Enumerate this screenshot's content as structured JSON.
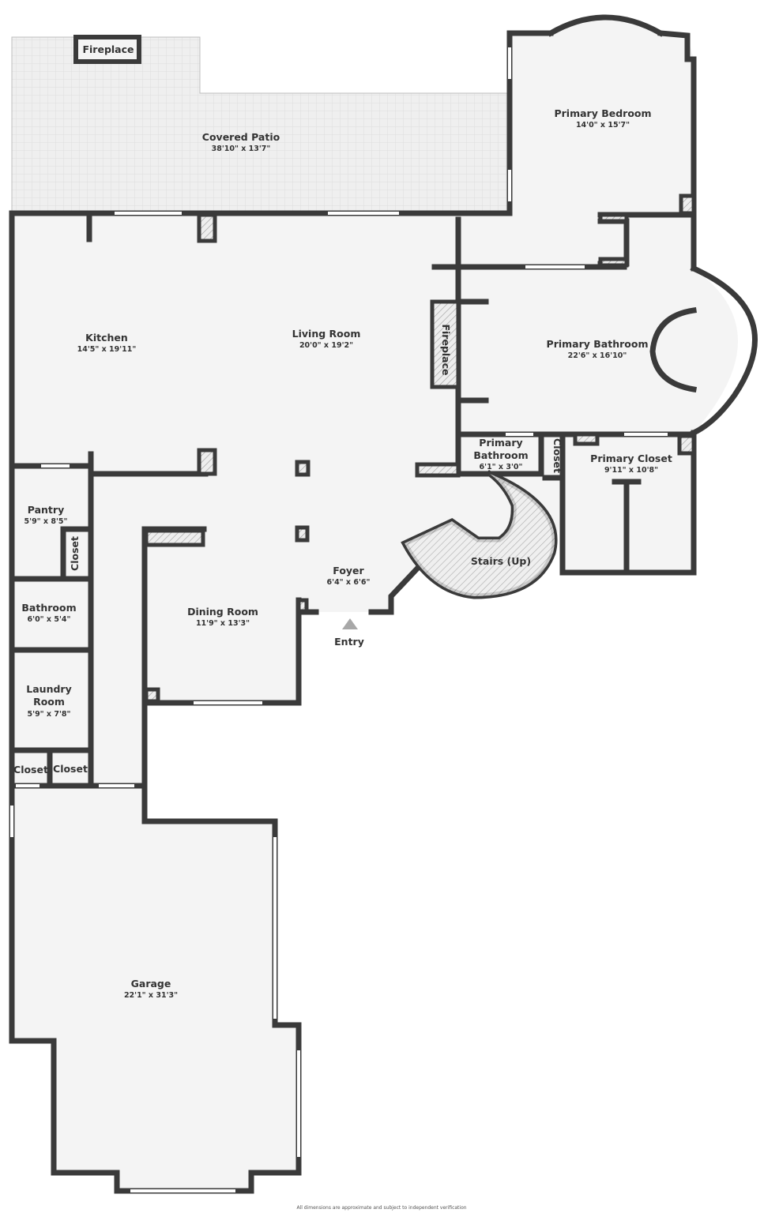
{
  "colors": {
    "wall": "#3a3a3a",
    "floor": "#f4f4f4",
    "patio": "#ececec",
    "entry_arrow": "#a8a8a8"
  },
  "rooms": {
    "covered_patio": {
      "name": "Covered Patio",
      "dims": "38'10\" x 13'7\""
    },
    "patio_fireplace": {
      "name": "Fireplace"
    },
    "primary_bedroom": {
      "name": "Primary Bedroom",
      "dims": "14'0\" x 15'7\""
    },
    "kitchen": {
      "name": "Kitchen",
      "dims": "14'5\" x 19'11\""
    },
    "living_room": {
      "name": "Living Room",
      "dims": "20'0\" x 19'2\""
    },
    "living_fireplace": {
      "name": "Fireplace"
    },
    "primary_bathroom": {
      "name": "Primary Bathroom",
      "dims": "22'6\" x 16'10\""
    },
    "primary_bathroom_small": {
      "name_line1": "Primary",
      "name_line2": "Bathroom",
      "dims": "6'1\" x 3'0\""
    },
    "primary_closet_small": {
      "name": "Closet"
    },
    "primary_closet": {
      "name": "Primary Closet",
      "dims": "9'11\" x 10'8\""
    },
    "pantry": {
      "name": "Pantry",
      "dims": "5'9\" x 8'5\""
    },
    "pantry_closet": {
      "name": "Closet"
    },
    "foyer": {
      "name": "Foyer",
      "dims": "6'4\" x 6'6\""
    },
    "stairs": {
      "name": "Stairs (Up)"
    },
    "bathroom": {
      "name": "Bathroom",
      "dims": "6'0\" x 5'4\""
    },
    "dining_room": {
      "name": "Dining Room",
      "dims": "11'9\" x 13'3\""
    },
    "laundry_room": {
      "name_line1": "Laundry",
      "name_line2": "Room",
      "dims": "5'9\" x 7'8\""
    },
    "closet_1": {
      "name": "Closet"
    },
    "closet_2": {
      "name": "Closet"
    },
    "garage": {
      "name": "Garage",
      "dims": "22'1\" x 31'3\""
    }
  },
  "entry": {
    "label": "Entry"
  },
  "footer_note": "All dimensions are approximate and subject to independent verification"
}
